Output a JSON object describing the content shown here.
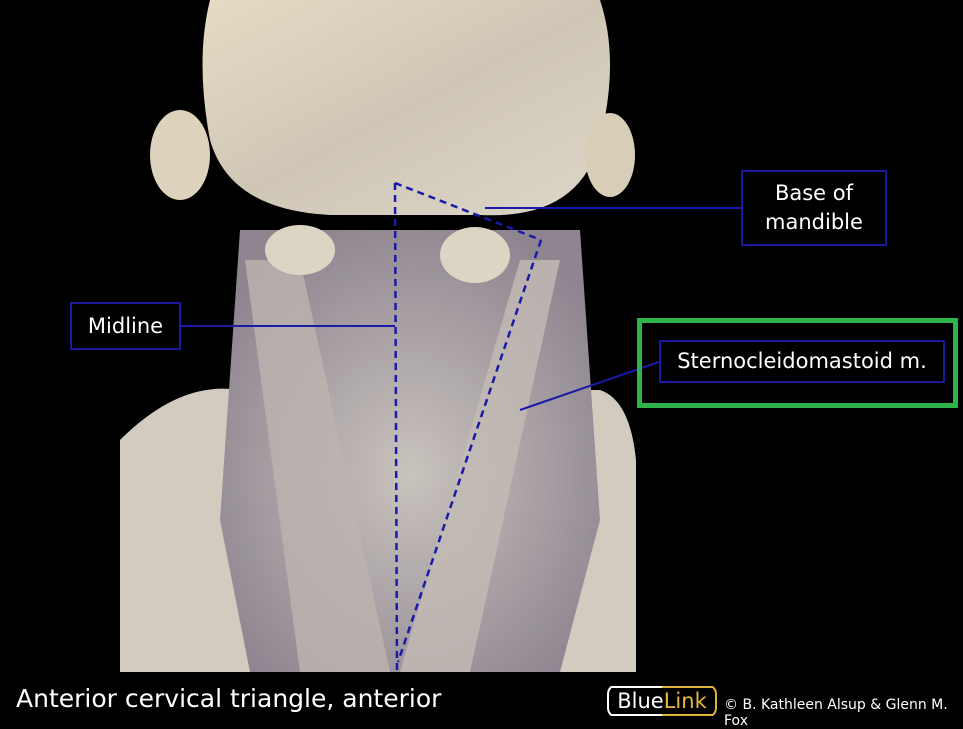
{
  "labels": {
    "base_of_mandible": [
      "Base of",
      "mandible"
    ],
    "midline": "Midline",
    "sternocleidomastoid": "Sternocleidomastoid m."
  },
  "caption": "Anterior cervical triangle, anterior",
  "logo": {
    "part1": "Blue",
    "part2": "Link"
  },
  "credit": "© B. Kathleen Alsup & Glenn M. Fox",
  "colors": {
    "label_border": "#1a1a9a",
    "highlight": "#2fb34b",
    "leader": "#1a1aa8",
    "logo_gold": "#e0b43a"
  }
}
